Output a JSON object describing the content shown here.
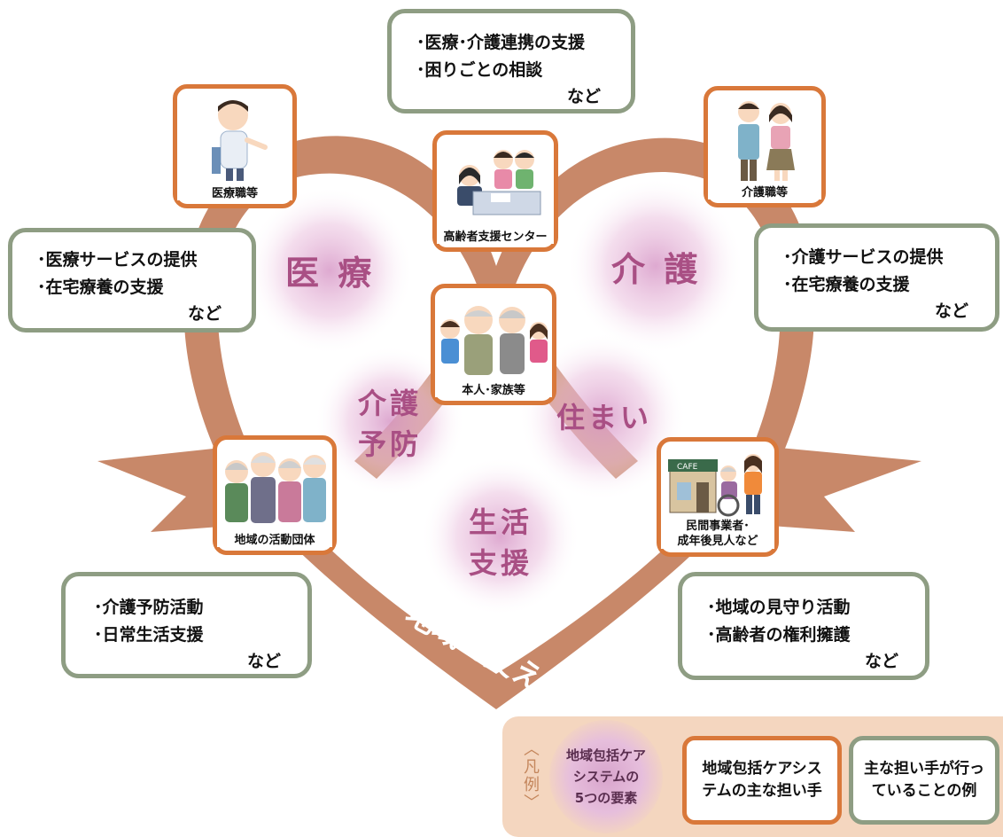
{
  "colors": {
    "heart_ribbon": "#c88869",
    "element_text": "#a94f84",
    "grey_border": "#8e9d83",
    "orange_border": "#d9783a",
    "legend_bg": "#f4d6bf"
  },
  "elements": {
    "medical": "医 療",
    "care": "介 護",
    "prevention_line1": "介護",
    "prevention_line2": "予防",
    "housing": "住まい",
    "living_line1": "生活",
    "living_line2": "支援"
  },
  "actors": {
    "medical_staff": {
      "caption": "医療職等",
      "icon": "doctor-icon"
    },
    "care_staff": {
      "caption": "介護職等",
      "icon": "care-workers-icon"
    },
    "center": {
      "caption": "高齢者支援センター",
      "icon": "consultation-desk-icon"
    },
    "self_family": {
      "caption": "本人･家族等",
      "icon": "family-icon"
    },
    "community_groups": {
      "caption": "地域の活動団体",
      "icon": "seniors-group-icon"
    },
    "private_business": {
      "caption_line1": "民間事業者･",
      "caption_line2": "成年後見人など",
      "icon": "cafe-wheelchair-icon"
    }
  },
  "examples": {
    "top": {
      "lines": [
        "･医療･介護連携の支援",
        "･困りごとの相談"
      ],
      "etc": "など"
    },
    "medical": {
      "lines": [
        "･医療サービスの提供",
        "･在宅療養の支援"
      ],
      "etc": "など"
    },
    "care": {
      "lines": [
        "･介護サービスの提供",
        "･在宅療養の支援"
      ],
      "etc": "など"
    },
    "prevention": {
      "lines": [
        "･介護予防活動",
        "･日常生活支援"
      ],
      "etc": "など"
    },
    "watch": {
      "lines": [
        "･地域の見守り活動",
        "･高齢者の権利擁護"
      ],
      "etc": "など"
    }
  },
  "ribbon_text": "地域で支え合う",
  "legend": {
    "mark": "〈凡例〉",
    "element_label_lines": [
      "地域包括ケア",
      "システムの",
      "5つの要素"
    ],
    "actor_label_lines": [
      "地域包括ケアシス",
      "テムの主な担い手"
    ],
    "example_label_lines": [
      "主な担い手が行っ",
      "ていることの例"
    ]
  }
}
